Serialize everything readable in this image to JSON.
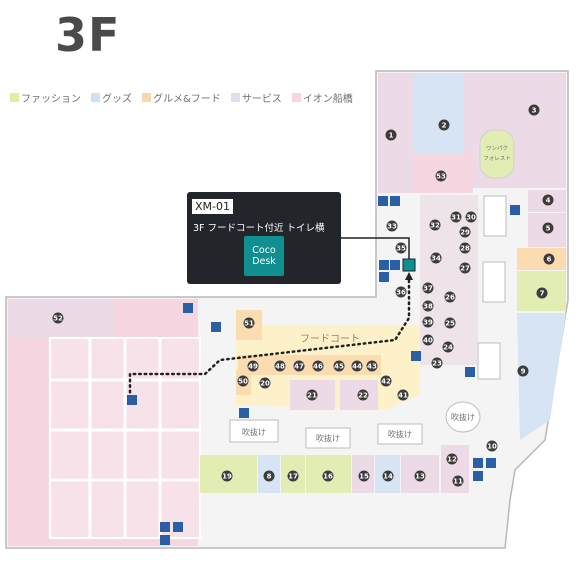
{
  "floor": {
    "title": "3F"
  },
  "legend": [
    {
      "label": "ファッション",
      "color": "#dfeea0"
    },
    {
      "label": "グッズ",
      "color": "#cfe1f4"
    },
    {
      "label": "グルメ&フード",
      "color": "#fad7a8"
    },
    {
      "label": "サービス",
      "color": "#e6dcef"
    },
    {
      "label": "イオン船橋",
      "color": "#f6d6e0"
    }
  ],
  "popup": {
    "id": "XM-01",
    "location": "3F フードコート付近 トイレ横",
    "brand_line1": "Coco",
    "brand_line2": "Desk",
    "brand_color": "#0f8f8f"
  },
  "labels": {
    "foodcourt": "フードコート",
    "kids_forest": "ワンパク フォレスト",
    "atrium": "吹抜け"
  },
  "stores": [
    "1",
    "2",
    "3",
    "4",
    "5",
    "6",
    "7",
    "8",
    "9",
    "10",
    "11",
    "12",
    "13",
    "14",
    "15",
    "16",
    "17",
    "19",
    "20",
    "21",
    "22",
    "23",
    "24",
    "25",
    "26",
    "27",
    "28",
    "29",
    "30",
    "31",
    "32",
    "33",
    "34",
    "35",
    "36",
    "37",
    "38",
    "39",
    "40",
    "41",
    "42",
    "43",
    "44",
    "45",
    "46",
    "47",
    "48",
    "49",
    "50",
    "51",
    "52",
    "53"
  ]
}
